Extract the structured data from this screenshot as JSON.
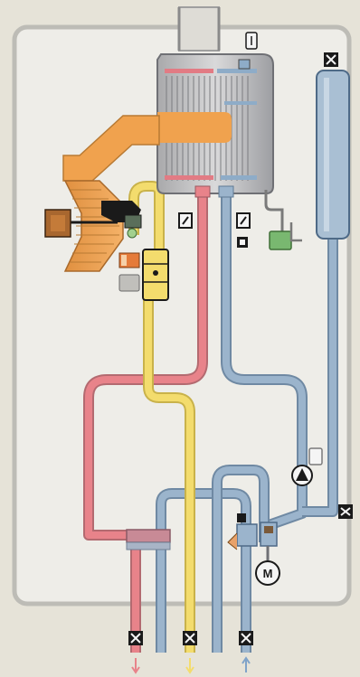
{
  "diagram": {
    "type": "boiler-schematic",
    "labels": {
      "motor": "M"
    },
    "colors": {
      "background": "#e6e3d8",
      "casing_fill": "#eeede8",
      "casing_stroke": "#bdbcb6",
      "flue_gas": "#f0a24e",
      "heating_flow": "#e8838a",
      "heating_return": "#9bb4cc",
      "gas_supply": "#f3dc6d",
      "condensate": "#79b870",
      "expansion_vessel": "#a9bfd3",
      "metal": "#8e8f95",
      "dark": "#1a1a1a"
    },
    "components": [
      "flue-outlet",
      "heat-exchanger",
      "burner-fan",
      "gas-valve",
      "ignition-electrode",
      "flame-sensor",
      "condensate-trap",
      "expansion-vessel",
      "circulation-pump",
      "diverter-valve-motor",
      "pressure-relief-valve",
      "air-vent",
      "temperature-sensor",
      "isolation-valve"
    ]
  }
}
